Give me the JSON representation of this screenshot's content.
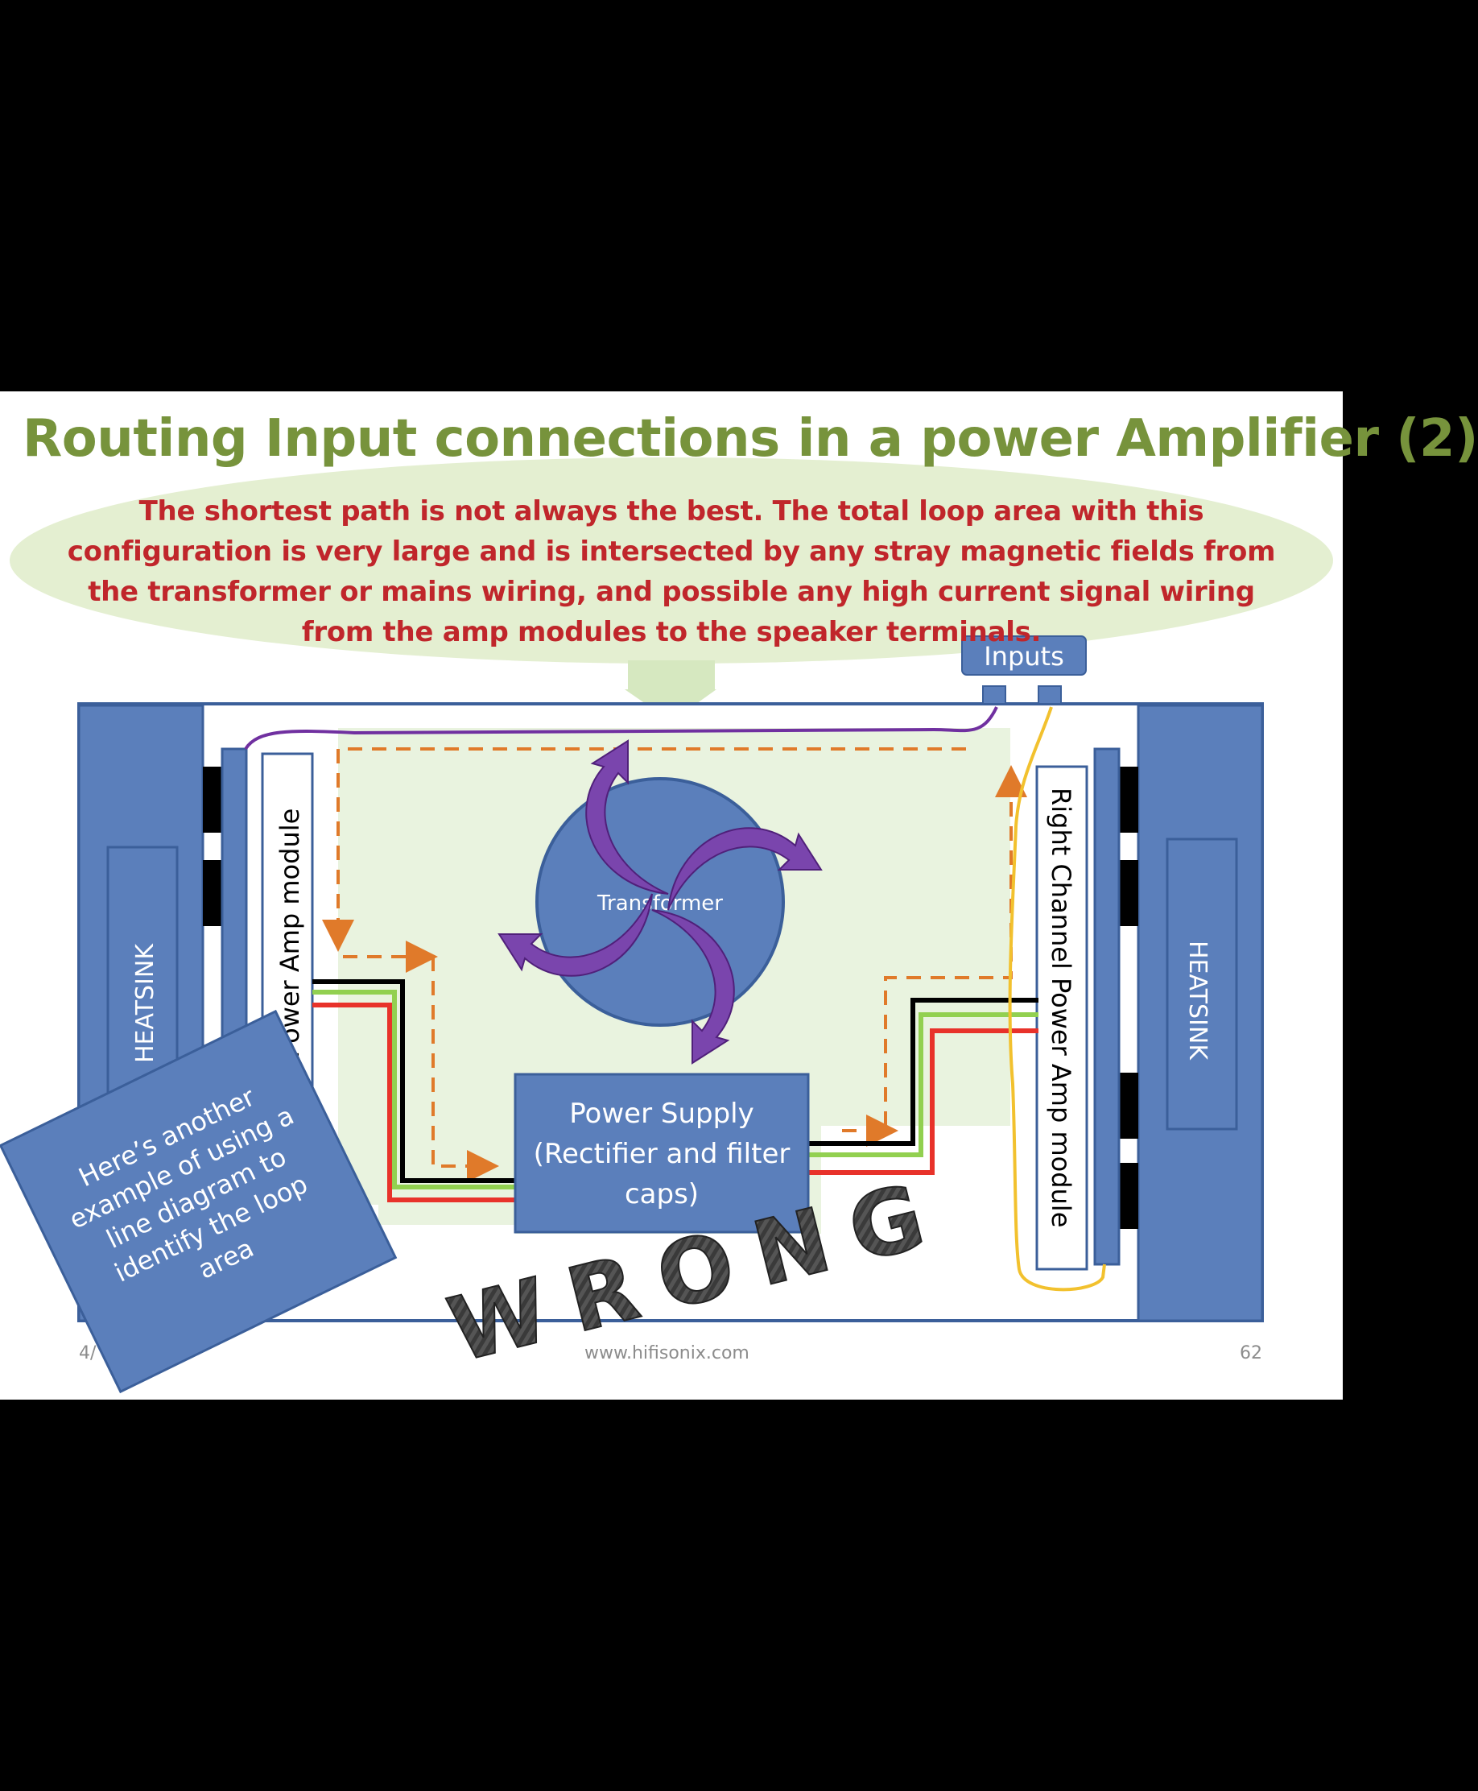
{
  "slide": {
    "title": "Routing Input connections in a power Amplifier (2)",
    "callout": "The shortest path is not always the best. The total loop area with this configuration is very large and is intersected by any stray magnetic fields from the transformer or mains wiring, and possible any high current signal wiring from the amp modules to the speaker terminals."
  },
  "diagram": {
    "inputs_label": "Inputs",
    "heatsink_left": "HEATSINK",
    "heatsink_right": "HEATSINK",
    "left_module": "Left Channel Power Amp module",
    "right_module": "Right Channel Power Amp module",
    "transformer": "Transformer",
    "psu_line1": "Power Supply",
    "psu_line2": "(Rectifier and filter",
    "psu_line3": "caps)",
    "note_lines": [
      "Here’s another",
      "example of using a",
      "line diagram to",
      "identify the loop",
      "area"
    ],
    "stamp": "WRONG"
  },
  "footer": {
    "date": "4/",
    "url": "www.hifisonix.com",
    "page": "62"
  },
  "colors": {
    "title": "#77933c",
    "callout_text": "#c0262b",
    "callout_fill": "#e4efd1",
    "box_fill": "#5b7fbb",
    "box_stroke": "#3b5f9a",
    "loop_dash": "#e07a2a",
    "wire_purple": "#7030a0",
    "wire_yellow": "#f2c12e",
    "wire_black": "#000000",
    "wire_green": "#92d050",
    "wire_red": "#e8322a"
  }
}
